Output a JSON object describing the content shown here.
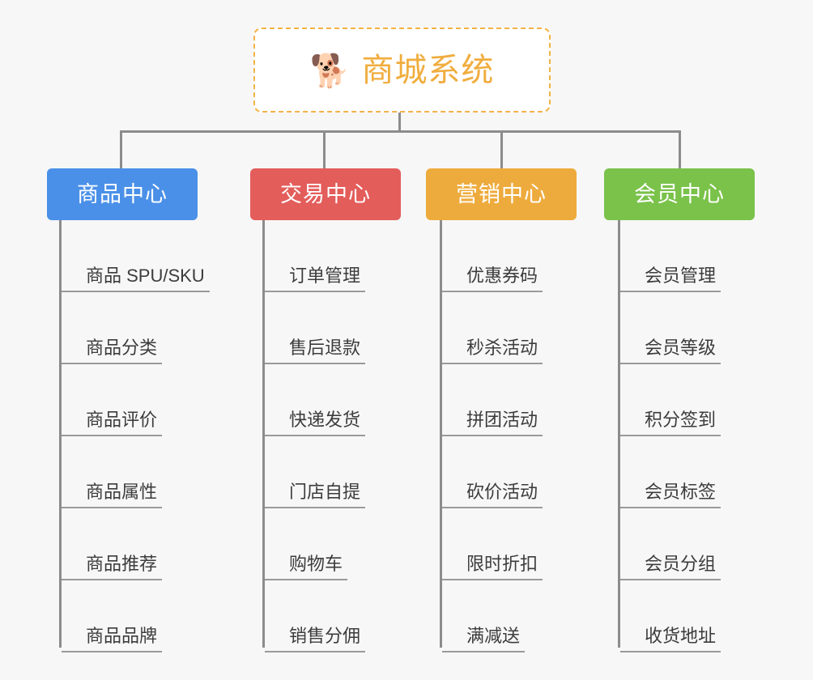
{
  "page": {
    "background_color": "#f7f7f7",
    "diagram_type": "organization-tree"
  },
  "root": {
    "icon": "shiba-dog-face-emoji",
    "icon_glyph": "🐕",
    "title": "商城系统",
    "text_color": "#f0ad3e",
    "border_color": "#f2b347",
    "background_color": "#ffffff"
  },
  "connector": {
    "color": "#8c8c8c"
  },
  "branches": [
    {
      "label": "商品中心",
      "color": "#4a90e8",
      "items": [
        "商品 SPU/SKU",
        "商品分类",
        "商品评价",
        "商品属性",
        "商品推荐",
        "商品品牌"
      ]
    },
    {
      "label": "交易中心",
      "color": "#e35d5b",
      "items": [
        "订单管理",
        "售后退款",
        "快递发货",
        "门店自提",
        "购物车",
        "销售分佣"
      ]
    },
    {
      "label": "营销中心",
      "color": "#eeab3d",
      "items": [
        "优惠券码",
        "秒杀活动",
        "拼团活动",
        "砍价活动",
        "限时折扣",
        "满减送"
      ]
    },
    {
      "label": "会员中心",
      "color": "#7ac24a",
      "items": [
        "会员管理",
        "会员等级",
        "积分签到",
        "会员标签",
        "会员分组",
        "收货地址"
      ]
    }
  ]
}
